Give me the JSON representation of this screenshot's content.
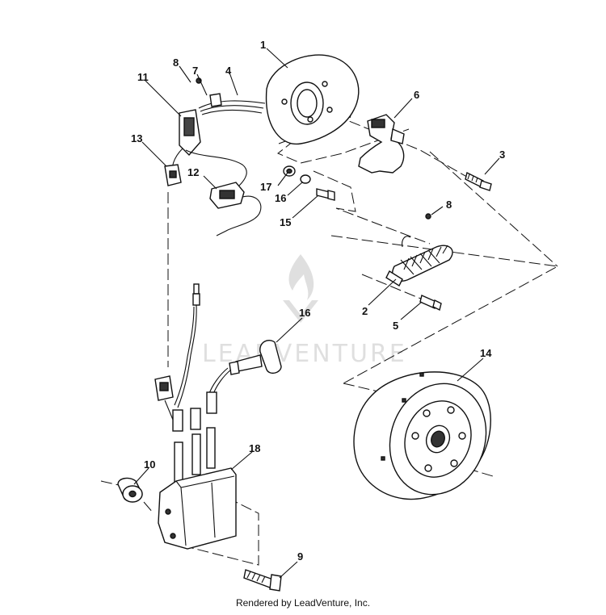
{
  "diagram": {
    "callouts": [
      "1",
      "2",
      "3",
      "4",
      "5",
      "6",
      "7",
      "8",
      "8",
      "9",
      "10",
      "11",
      "12",
      "13",
      "14",
      "15",
      "16",
      "16",
      "17",
      "18"
    ]
  },
  "watermark": {
    "text": "LEADVENTURE"
  },
  "footer": {
    "credit": "Rendered by LeadVenture, Inc."
  }
}
